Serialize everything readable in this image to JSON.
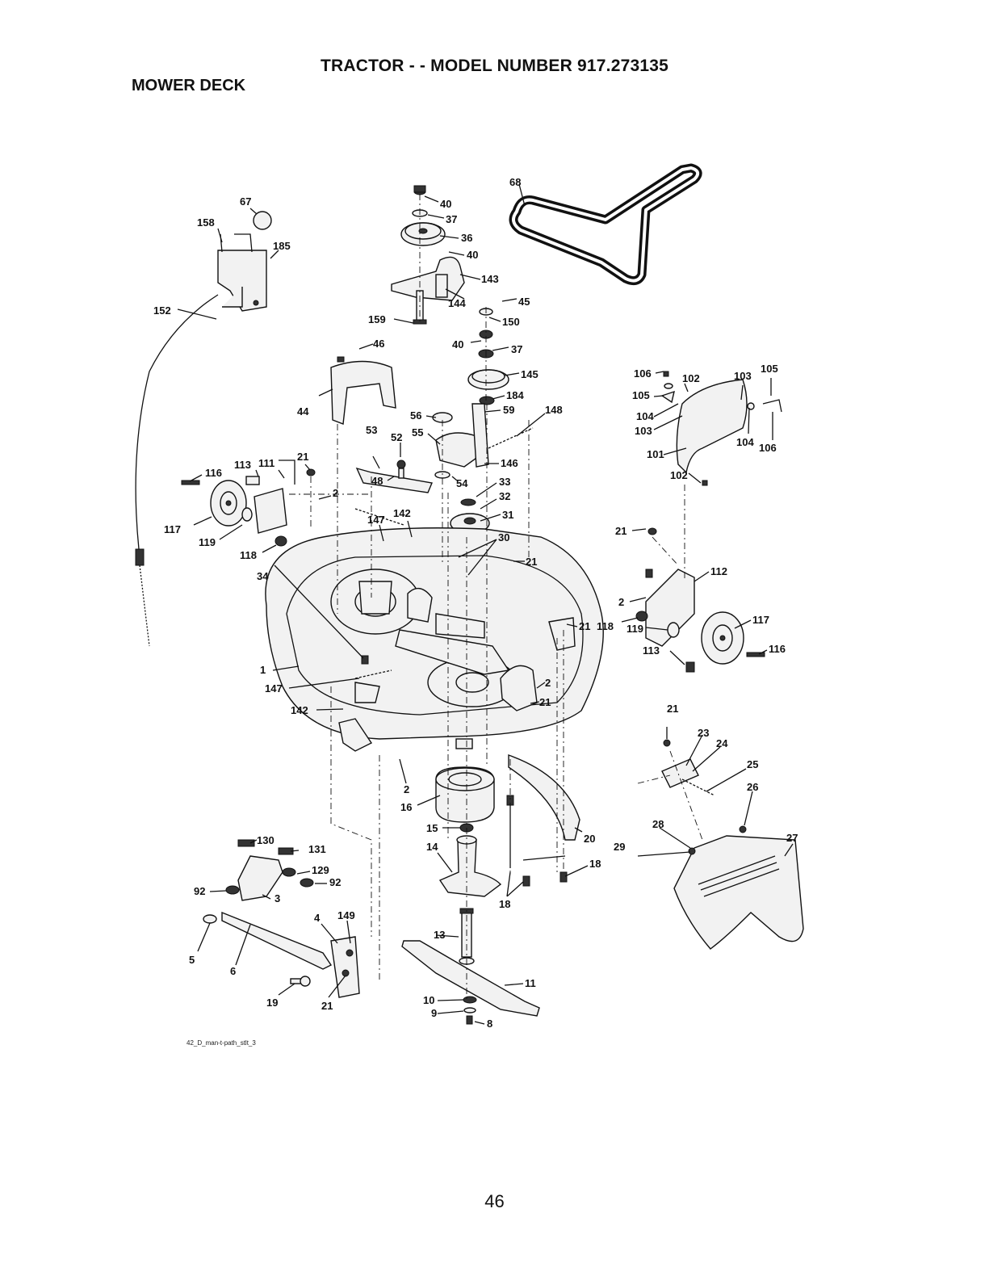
{
  "header": {
    "title": "TRACTOR - - MODEL NUMBER 917.273135",
    "section": "MOWER DECK"
  },
  "diagram": {
    "callouts": [
      {
        "id": "68",
        "label": "68"
      },
      {
        "id": "40a",
        "label": "40"
      },
      {
        "id": "37a",
        "label": "37"
      },
      {
        "id": "36",
        "label": "36"
      },
      {
        "id": "40b",
        "label": "40"
      },
      {
        "id": "143",
        "label": "143"
      },
      {
        "id": "144",
        "label": "144"
      },
      {
        "id": "45",
        "label": "45"
      },
      {
        "id": "150",
        "label": "150"
      },
      {
        "id": "159",
        "label": "159"
      },
      {
        "id": "40c",
        "label": "40"
      },
      {
        "id": "37b",
        "label": "37"
      },
      {
        "id": "145",
        "label": "145"
      },
      {
        "id": "184",
        "label": "184"
      },
      {
        "id": "59",
        "label": "59"
      },
      {
        "id": "148",
        "label": "148"
      },
      {
        "id": "56",
        "label": "56"
      },
      {
        "id": "55",
        "label": "55"
      },
      {
        "id": "53",
        "label": "53"
      },
      {
        "id": "52",
        "label": "52"
      },
      {
        "id": "48",
        "label": "48"
      },
      {
        "id": "146",
        "label": "146"
      },
      {
        "id": "54",
        "label": "54"
      },
      {
        "id": "33",
        "label": "33"
      },
      {
        "id": "32",
        "label": "32"
      },
      {
        "id": "31",
        "label": "31"
      },
      {
        "id": "30",
        "label": "30"
      },
      {
        "id": "147a",
        "label": "147"
      },
      {
        "id": "142a",
        "label": "142"
      },
      {
        "id": "46",
        "label": "46"
      },
      {
        "id": "44",
        "label": "44"
      },
      {
        "id": "67",
        "label": "67"
      },
      {
        "id": "158",
        "label": "158"
      },
      {
        "id": "185",
        "label": "185"
      },
      {
        "id": "152",
        "label": "152"
      },
      {
        "id": "116a",
        "label": "116"
      },
      {
        "id": "113a",
        "label": "113"
      },
      {
        "id": "111",
        "label": "111"
      },
      {
        "id": "21a",
        "label": "21"
      },
      {
        "id": "2a",
        "label": "2"
      },
      {
        "id": "117a",
        "label": "117"
      },
      {
        "id": "119a",
        "label": "119"
      },
      {
        "id": "118a",
        "label": "118"
      },
      {
        "id": "34",
        "label": "34"
      },
      {
        "id": "1",
        "label": "1"
      },
      {
        "id": "147b",
        "label": "147"
      },
      {
        "id": "142b",
        "label": "142"
      },
      {
        "id": "21b",
        "label": "21"
      },
      {
        "id": "21c",
        "label": "21"
      },
      {
        "id": "2b",
        "label": "2"
      },
      {
        "id": "21d",
        "label": "21"
      },
      {
        "id": "106a",
        "label": "106"
      },
      {
        "id": "102a",
        "label": "102"
      },
      {
        "id": "103a",
        "label": "103"
      },
      {
        "id": "105a",
        "label": "105"
      },
      {
        "id": "105b",
        "label": "105"
      },
      {
        "id": "104a",
        "label": "104"
      },
      {
        "id": "103b",
        "label": "103"
      },
      {
        "id": "104b",
        "label": "104"
      },
      {
        "id": "106b",
        "label": "106"
      },
      {
        "id": "101",
        "label": "101"
      },
      {
        "id": "102b",
        "label": "102"
      },
      {
        "id": "21e",
        "label": "21"
      },
      {
        "id": "112",
        "label": "112"
      },
      {
        "id": "2c",
        "label": "2"
      },
      {
        "id": "118b",
        "label": "118"
      },
      {
        "id": "119b",
        "label": "119"
      },
      {
        "id": "117b",
        "label": "117"
      },
      {
        "id": "113b",
        "label": "113"
      },
      {
        "id": "116b",
        "label": "116"
      },
      {
        "id": "2d",
        "label": "2"
      },
      {
        "id": "16",
        "label": "16"
      },
      {
        "id": "15",
        "label": "15"
      },
      {
        "id": "14",
        "label": "14"
      },
      {
        "id": "20",
        "label": "20"
      },
      {
        "id": "18a",
        "label": "18"
      },
      {
        "id": "18b",
        "label": "18"
      },
      {
        "id": "13",
        "label": "13"
      },
      {
        "id": "11",
        "label": "11"
      },
      {
        "id": "10",
        "label": "10"
      },
      {
        "id": "9",
        "label": "9"
      },
      {
        "id": "8",
        "label": "8"
      },
      {
        "id": "130",
        "label": "130"
      },
      {
        "id": "131",
        "label": "131"
      },
      {
        "id": "129",
        "label": "129"
      },
      {
        "id": "92a",
        "label": "92"
      },
      {
        "id": "92b",
        "label": "92"
      },
      {
        "id": "3",
        "label": "3"
      },
      {
        "id": "4",
        "label": "4"
      },
      {
        "id": "149",
        "label": "149"
      },
      {
        "id": "5",
        "label": "5"
      },
      {
        "id": "6",
        "label": "6"
      },
      {
        "id": "19",
        "label": "19"
      },
      {
        "id": "21f",
        "label": "21"
      },
      {
        "id": "21g",
        "label": "21"
      },
      {
        "id": "23",
        "label": "23"
      },
      {
        "id": "24",
        "label": "24"
      },
      {
        "id": "25",
        "label": "25"
      },
      {
        "id": "26",
        "label": "26"
      },
      {
        "id": "28",
        "label": "28"
      },
      {
        "id": "29",
        "label": "29"
      },
      {
        "id": "27",
        "label": "27"
      }
    ],
    "reference": "42_D_man-t-path_stlt_3"
  },
  "footer": {
    "page_number": "46"
  }
}
